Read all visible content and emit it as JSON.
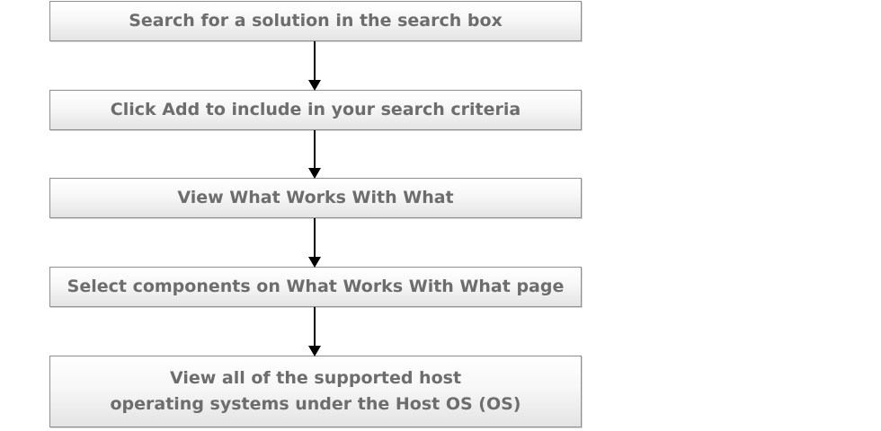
{
  "flowchart": {
    "steps": [
      {
        "lines": [
          "Search for a solution in the search box"
        ]
      },
      {
        "lines": [
          "Click Add to include in your search criteria"
        ]
      },
      {
        "lines": [
          "View What Works With What"
        ]
      },
      {
        "lines": [
          "Select components on What Works With What page"
        ]
      },
      {
        "lines": [
          "View all of the supported host",
          "operating systems under the Host OS (OS)"
        ]
      }
    ],
    "colors": {
      "box_border": "#8f8f8f",
      "box_gradient_top": "#ffffff",
      "box_gradient_bottom": "#e4e4e4",
      "text": "#6d6d6d",
      "arrow": "#000000"
    }
  }
}
